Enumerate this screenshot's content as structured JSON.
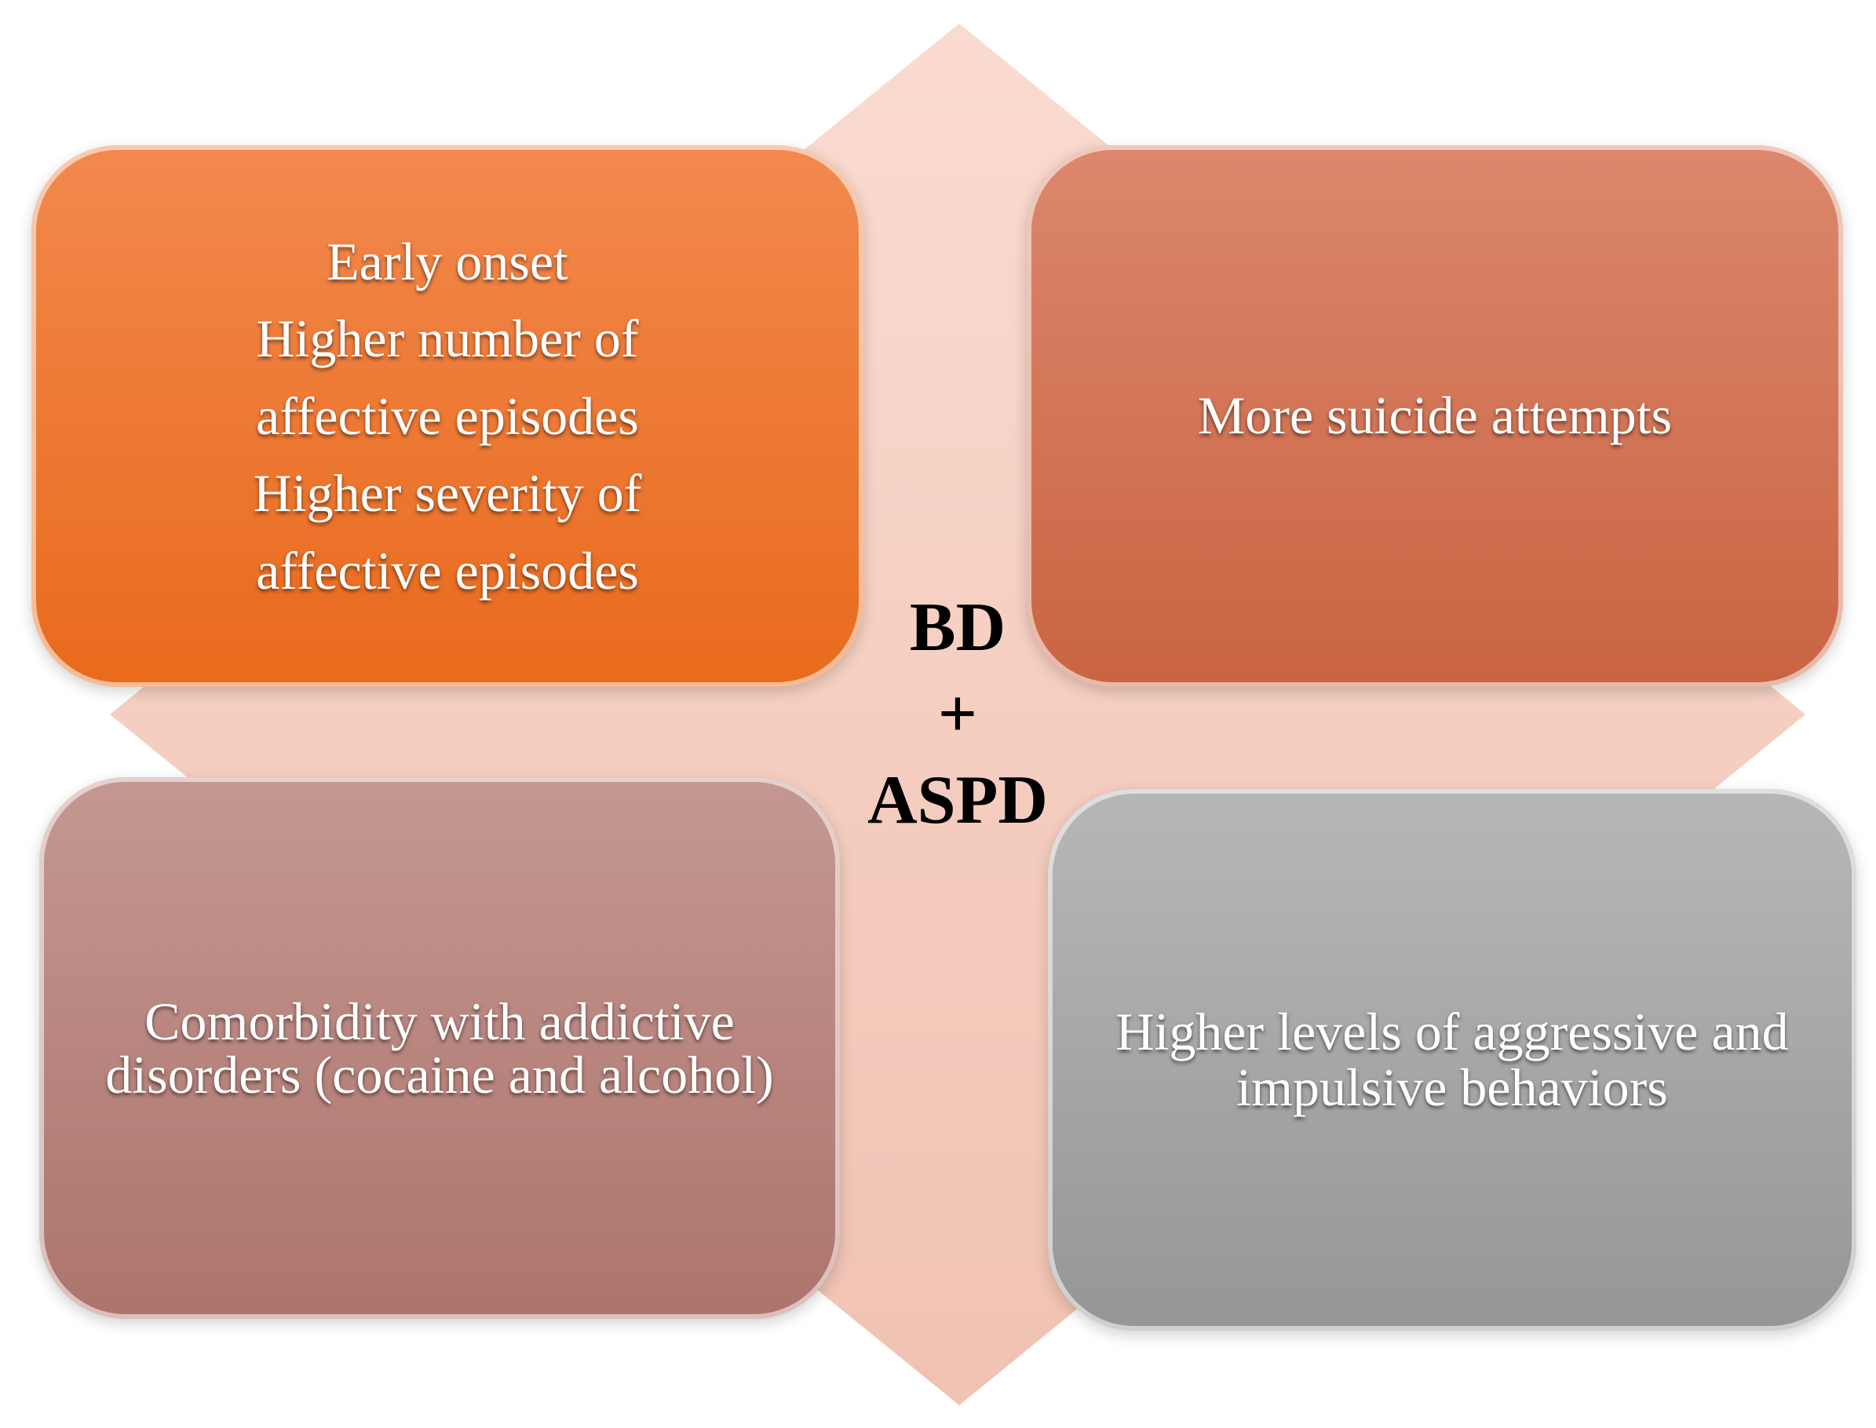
{
  "diagram": {
    "center": {
      "line1": "BD",
      "line2": "+",
      "line3": "ASPD"
    },
    "boxes": {
      "top_left": {
        "lines": [
          "Early onset",
          "Higher number of",
          "affective episodes",
          "Higher severity of",
          "affective episodes"
        ],
        "color": "#ed7a32"
      },
      "top_right": {
        "lines": [
          "More suicide attempts"
        ],
        "color": "#d27555"
      },
      "bottom_left": {
        "lines": [
          "Comorbidity with addictive",
          "disorders (cocaine and alcohol)"
        ],
        "color": "#b8857e"
      },
      "bottom_right": {
        "lines": [
          "Higher levels of aggressive and",
          "impulsive behaviors"
        ],
        "color": "#a6a6a6"
      }
    },
    "diamond_color": "#f7d3c6"
  }
}
